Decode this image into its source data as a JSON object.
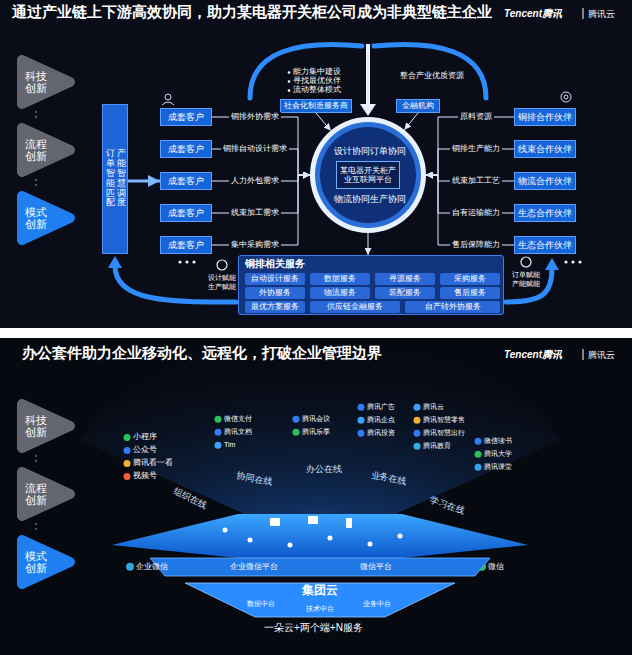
{
  "diagram": {
    "title": "通过产业链上下游高效协同，助力某电器开关柜公司成为非典型链主企业",
    "caption": "一朵云+两个端+N服务",
    "nodes": [
      {
        "text": [
          "科技创新"
        ]
      },
      {
        "text": [
          "流程创新"
        ]
      },
      {
        "text": [
          "模式创新"
        ]
      },
      {
        "text": [
          "订单智能匹配",
          "产能智慧调度"
        ]
      },
      {
        "text": [
          "成套客户"
        ]
      },
      {
        "text": [
          "成套客户"
        ]
      },
      {
        "text": [
          "成套客户"
        ]
      },
      {
        "text": [
          "成套客户"
        ]
      },
      {
        "text": [
          "成套客户"
        ]
      },
      {
        "text": [
          "社会化制造服务商"
        ]
      },
      {
        "text": [
          "金融机构"
        ]
      },
      {
        "text": [
          "设计协同",
          "订单协同",
          "物流协同",
          "生产协同"
        ]
      },
      {
        "text": [
          "某电器开关柜产业互联网平台"
        ],
        "in": 11
      },
      {
        "text": [
          "铜排合作伙伴"
        ]
      },
      {
        "text": [
          "线束合作伙伴"
        ]
      },
      {
        "text": [
          "物流合作伙伴"
        ]
      },
      {
        "text": [
          "生态合作伙伴"
        ]
      },
      {
        "text": [
          "生态合作伙伴"
        ]
      },
      {
        "text": [
          "铜排相关服务"
        ]
      },
      {
        "text": [
          "自动设计服务"
        ],
        "in": 18
      },
      {
        "text": [
          "数据服务"
        ],
        "in": 18
      },
      {
        "text": [
          "寻源服务"
        ],
        "in": 18
      },
      {
        "text": [
          "采购服务"
        ],
        "in": 18
      },
      {
        "text": [
          "外协服务"
        ],
        "in": 18
      },
      {
        "text": [
          "物流服务"
        ],
        "in": 18
      },
      {
        "text": [
          "装配服务"
        ],
        "in": 18
      },
      {
        "text": [
          "售后服务"
        ],
        "in": 18
      },
      {
        "text": [
          "最优方案服务"
        ],
        "in": 18
      },
      {
        "text": [
          "供应链金融服务"
        ],
        "in": 18
      },
      {
        "text": [
          "自产转外协服务"
        ],
        "in": 18
      },
      {
        "text": [
          "科技创新"
        ]
      },
      {
        "text": [
          "流程创新"
        ]
      },
      {
        "text": [
          "模式创新"
        ]
      },
      {
        "text": [
          "企业微信平台",
          "微信平台"
        ]
      },
      {
        "text": [
          "集团云",
          "数据中台",
          "技术中台",
          "业务中台"
        ]
      }
    ],
    "edges": [
      {
        "from": 0,
        "to": 1,
        "arrow": "none"
      },
      {
        "from": 1,
        "to": 2,
        "arrow": "none"
      },
      {
        "from": 3,
        "to": 6,
        "arrow": "to"
      },
      {
        "from": 4,
        "to": 11,
        "label": "铜排外协需求",
        "arrow": "to"
      },
      {
        "from": 5,
        "to": 11,
        "label": "铜排自动设计需求",
        "arrow": "to"
      },
      {
        "from": 6,
        "to": 11,
        "label": "人力外包需求",
        "arrow": "to"
      },
      {
        "from": 7,
        "to": 11,
        "label": "线束加工需求",
        "arrow": "to"
      },
      {
        "from": 8,
        "to": 11,
        "label": "集中采购需求",
        "arrow": "to"
      },
      {
        "from": 13,
        "to": 11,
        "label": "原料资源",
        "arrow": "to"
      },
      {
        "from": 14,
        "to": 11,
        "label": "铜排生产能力",
        "arrow": "to"
      },
      {
        "from": 15,
        "to": 11,
        "label": "线束加工工艺",
        "arrow": "to"
      },
      {
        "from": 16,
        "to": 11,
        "label": "自有运输能力",
        "arrow": "to"
      },
      {
        "from": 17,
        "to": 11,
        "label": "售后保障能力",
        "arrow": "to"
      },
      {
        "from": 9,
        "to": 11,
        "arrow": "to"
      },
      {
        "from": 10,
        "to": 11,
        "arrow": "to"
      },
      {
        "from": 11,
        "to": 18,
        "arrow": "to"
      },
      {
        "from": 30,
        "to": 31,
        "arrow": "none"
      },
      {
        "from": 31,
        "to": 32,
        "arrow": "none"
      }
    ],
    "labels": [
      "Tencent腾讯",
      "腾讯云",
      "能力集中建设",
      "寻找最优伙伴",
      "流动整体模式",
      "整合产业优质资源",
      "设计赋能",
      "生产赋能",
      "订单赋能",
      "产能赋能",
      "Tencent腾讯",
      "腾讯云",
      "小程序",
      "公众号",
      "腾讯看一看",
      "视频号",
      "组织在线",
      "协同在线",
      "办公在线",
      "业务在线",
      "学习在线",
      "微信支付",
      "腾讯文档",
      "Tim",
      "腾讯会议",
      "腾讯乐享",
      "腾讯广告",
      "腾讯企点",
      "腾讯投资",
      "腾讯云",
      "腾讯智慧零售",
      "腾讯智慧出行",
      "腾讯教育",
      "微信读书",
      "腾讯大学",
      "腾讯课堂",
      "企业微信",
      "微信",
      "办公套件助力企业移动化、远程化，打破企业管理边界"
    ]
  }
}
